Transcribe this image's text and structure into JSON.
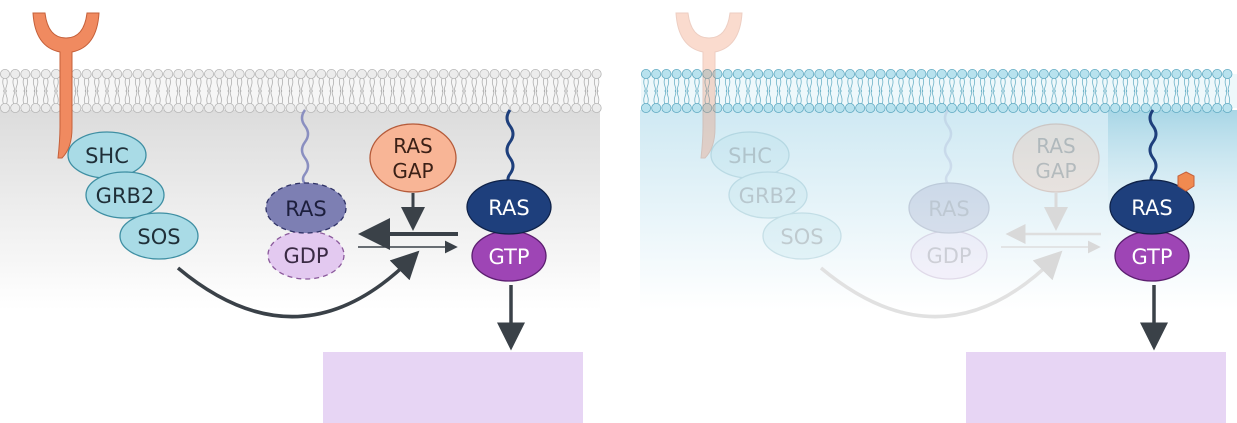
{
  "left_panel": {
    "adaptors": [
      "SHC",
      "GRB2",
      "SOS"
    ],
    "ras_gap": [
      "RAS",
      "GAP"
    ],
    "ras_inactive": {
      "ras": "RAS",
      "nucleotide": "GDP"
    },
    "ras_active": {
      "ras": "RAS",
      "nucleotide": "GTP"
    }
  },
  "right_panel": {
    "adaptors": [
      "SHC",
      "GRB2",
      "SOS"
    ],
    "ras_gap": [
      "RAS",
      "GAP"
    ],
    "ras_inactive": {
      "ras": "RAS",
      "nucleotide": "GDP"
    },
    "ras_active": {
      "ras": "RAS",
      "nucleotide": "GTP"
    }
  },
  "colors": {
    "receptor": "#f08a60",
    "adaptor_fill": "#a9dbe6",
    "adaptor_stroke": "#3f8fa3",
    "ras_gap_fill": "#f8b596",
    "ras_inactive": "#7d7fb3",
    "gdp_fill": "#e3c9f0",
    "ras_active": "#1e3f7c",
    "gtp": "#9e45b5",
    "effector_box": "#e7d5f4",
    "arrow": "#3a4148",
    "membrane_left": "#e4e4e4",
    "membrane_right": "#a9dcea"
  }
}
